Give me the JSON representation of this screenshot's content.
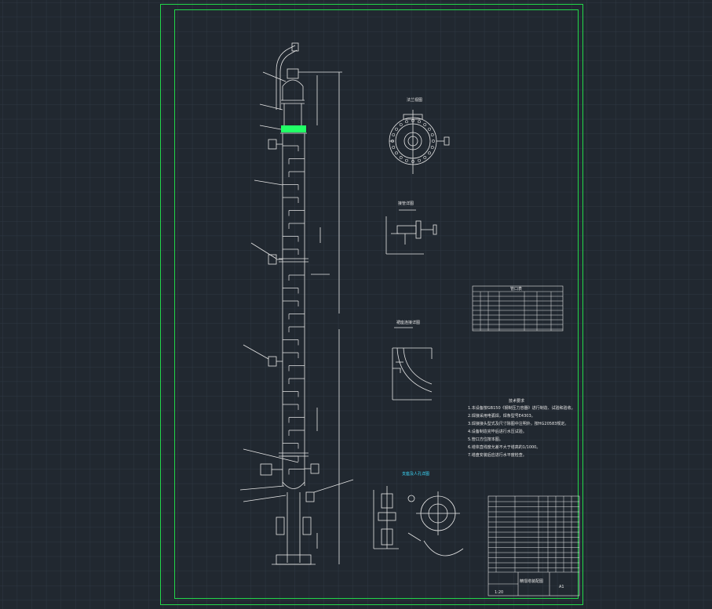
{
  "colors": {
    "background": "#212830",
    "grid": "#2e3842",
    "frame": "#22d84a",
    "drawing": "#e6e6e6",
    "accent": "#3cdcff",
    "highlight": "#22ff66"
  },
  "labels": {
    "flange_view": "法兰视图",
    "nozzle_detail": "接管详图",
    "skirt_detail": "裙座连接详图",
    "support_detail": "支座及人孔详图",
    "tech_title": "技术要求",
    "nozzle_table_title": "管口表",
    "highlight_band": "",
    "title_block_name": "精馏塔装配图",
    "title_block_scale": "1:20",
    "title_block_sheet": "A1"
  },
  "tech_notes": [
    "1.本设备按GB150《钢制压力容器》进行制造、试验和验收。",
    "2.焊接采用电弧焊，焊条型号E4303。",
    "3.焊接接头型式及尺寸除图中注明外，按HG20583规定。",
    "4.设备制造完毕后进行水压试验。",
    "5.管口方位按本图。",
    "6.塔体直线度允差不大于塔高的1/1000。",
    "7.塔盘安装后应进行水平度检查。"
  ]
}
